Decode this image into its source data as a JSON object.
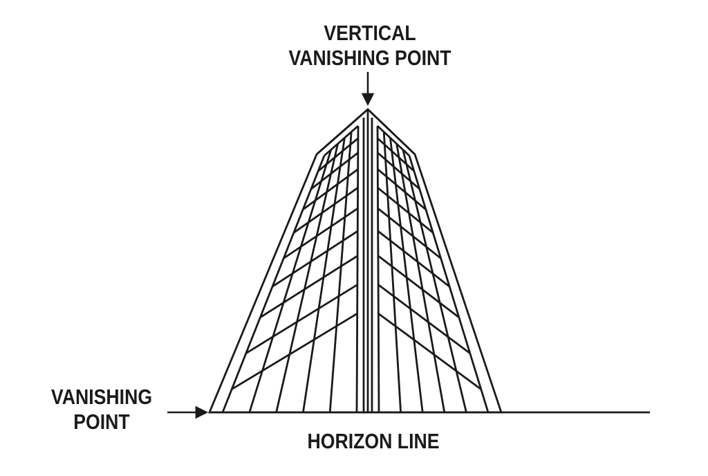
{
  "labels": {
    "vertical_vp": [
      "VERTICAL",
      "VANISHING POINT"
    ],
    "vanishing_point": [
      "VANISHING",
      "POINT"
    ],
    "horizon_line": "HORIZON LINE"
  },
  "colors": {
    "ink": "#1a1a1a",
    "background": "#ffffff"
  }
}
